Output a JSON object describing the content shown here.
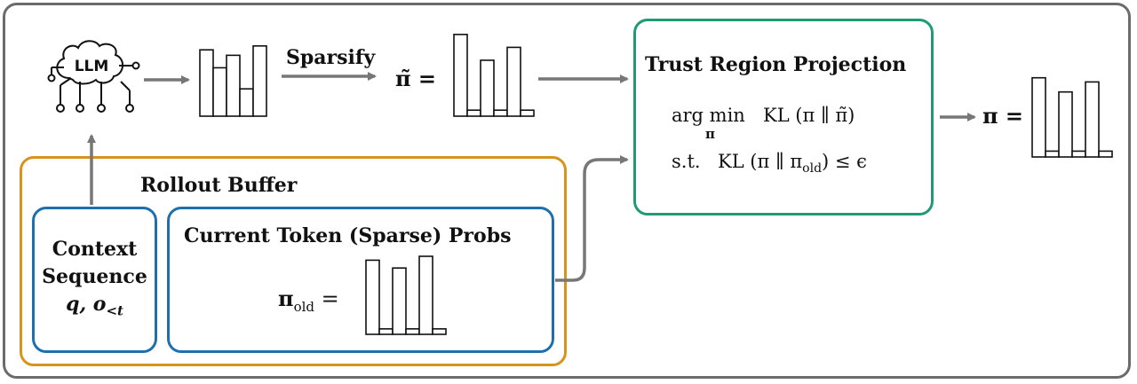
{
  "llm_label": "LLM",
  "sparsify_label": "Sparsify",
  "pi_tilde_eq": "π̃ =",
  "trust_region": {
    "title": "Trust Region Projection",
    "argmin_line_1": "arg min",
    "argmin_sub": "π",
    "objective": "KL (π ∥ π̃)",
    "st_prefix": "s.t.",
    "constraint": "KL (π ∥ π",
    "constraint_sub": "old",
    "constraint_tail": ") ≤ ϵ"
  },
  "output_eq": "π =",
  "rollout_buffer": {
    "title": "Rollout Buffer",
    "context": {
      "line1": "Context",
      "line2": "Sequence",
      "line3": "q, o",
      "line3_sub": "<t"
    },
    "current_probs": {
      "title": "Current Token (Sparse) Probs",
      "eq_main": "π",
      "eq_sub": "old",
      "eq_tail": " ="
    }
  },
  "bar_groups": {
    "dense": [
      0.85,
      0.62,
      0.78,
      0.35,
      0.9
    ],
    "sparse_tilde": [
      0.95,
      0.07,
      0.65,
      0.07,
      0.8,
      0.07
    ],
    "sparse_old": [
      0.95,
      0.07,
      0.85,
      0.07,
      1.0,
      0.07
    ],
    "projected": [
      0.95,
      0.07,
      0.78,
      0.07,
      0.9,
      0.07
    ]
  },
  "colors": {
    "rollout": "#d6941e",
    "inner": "#1e6fae",
    "trust": "#1f9a74",
    "arrows": "#777777"
  }
}
